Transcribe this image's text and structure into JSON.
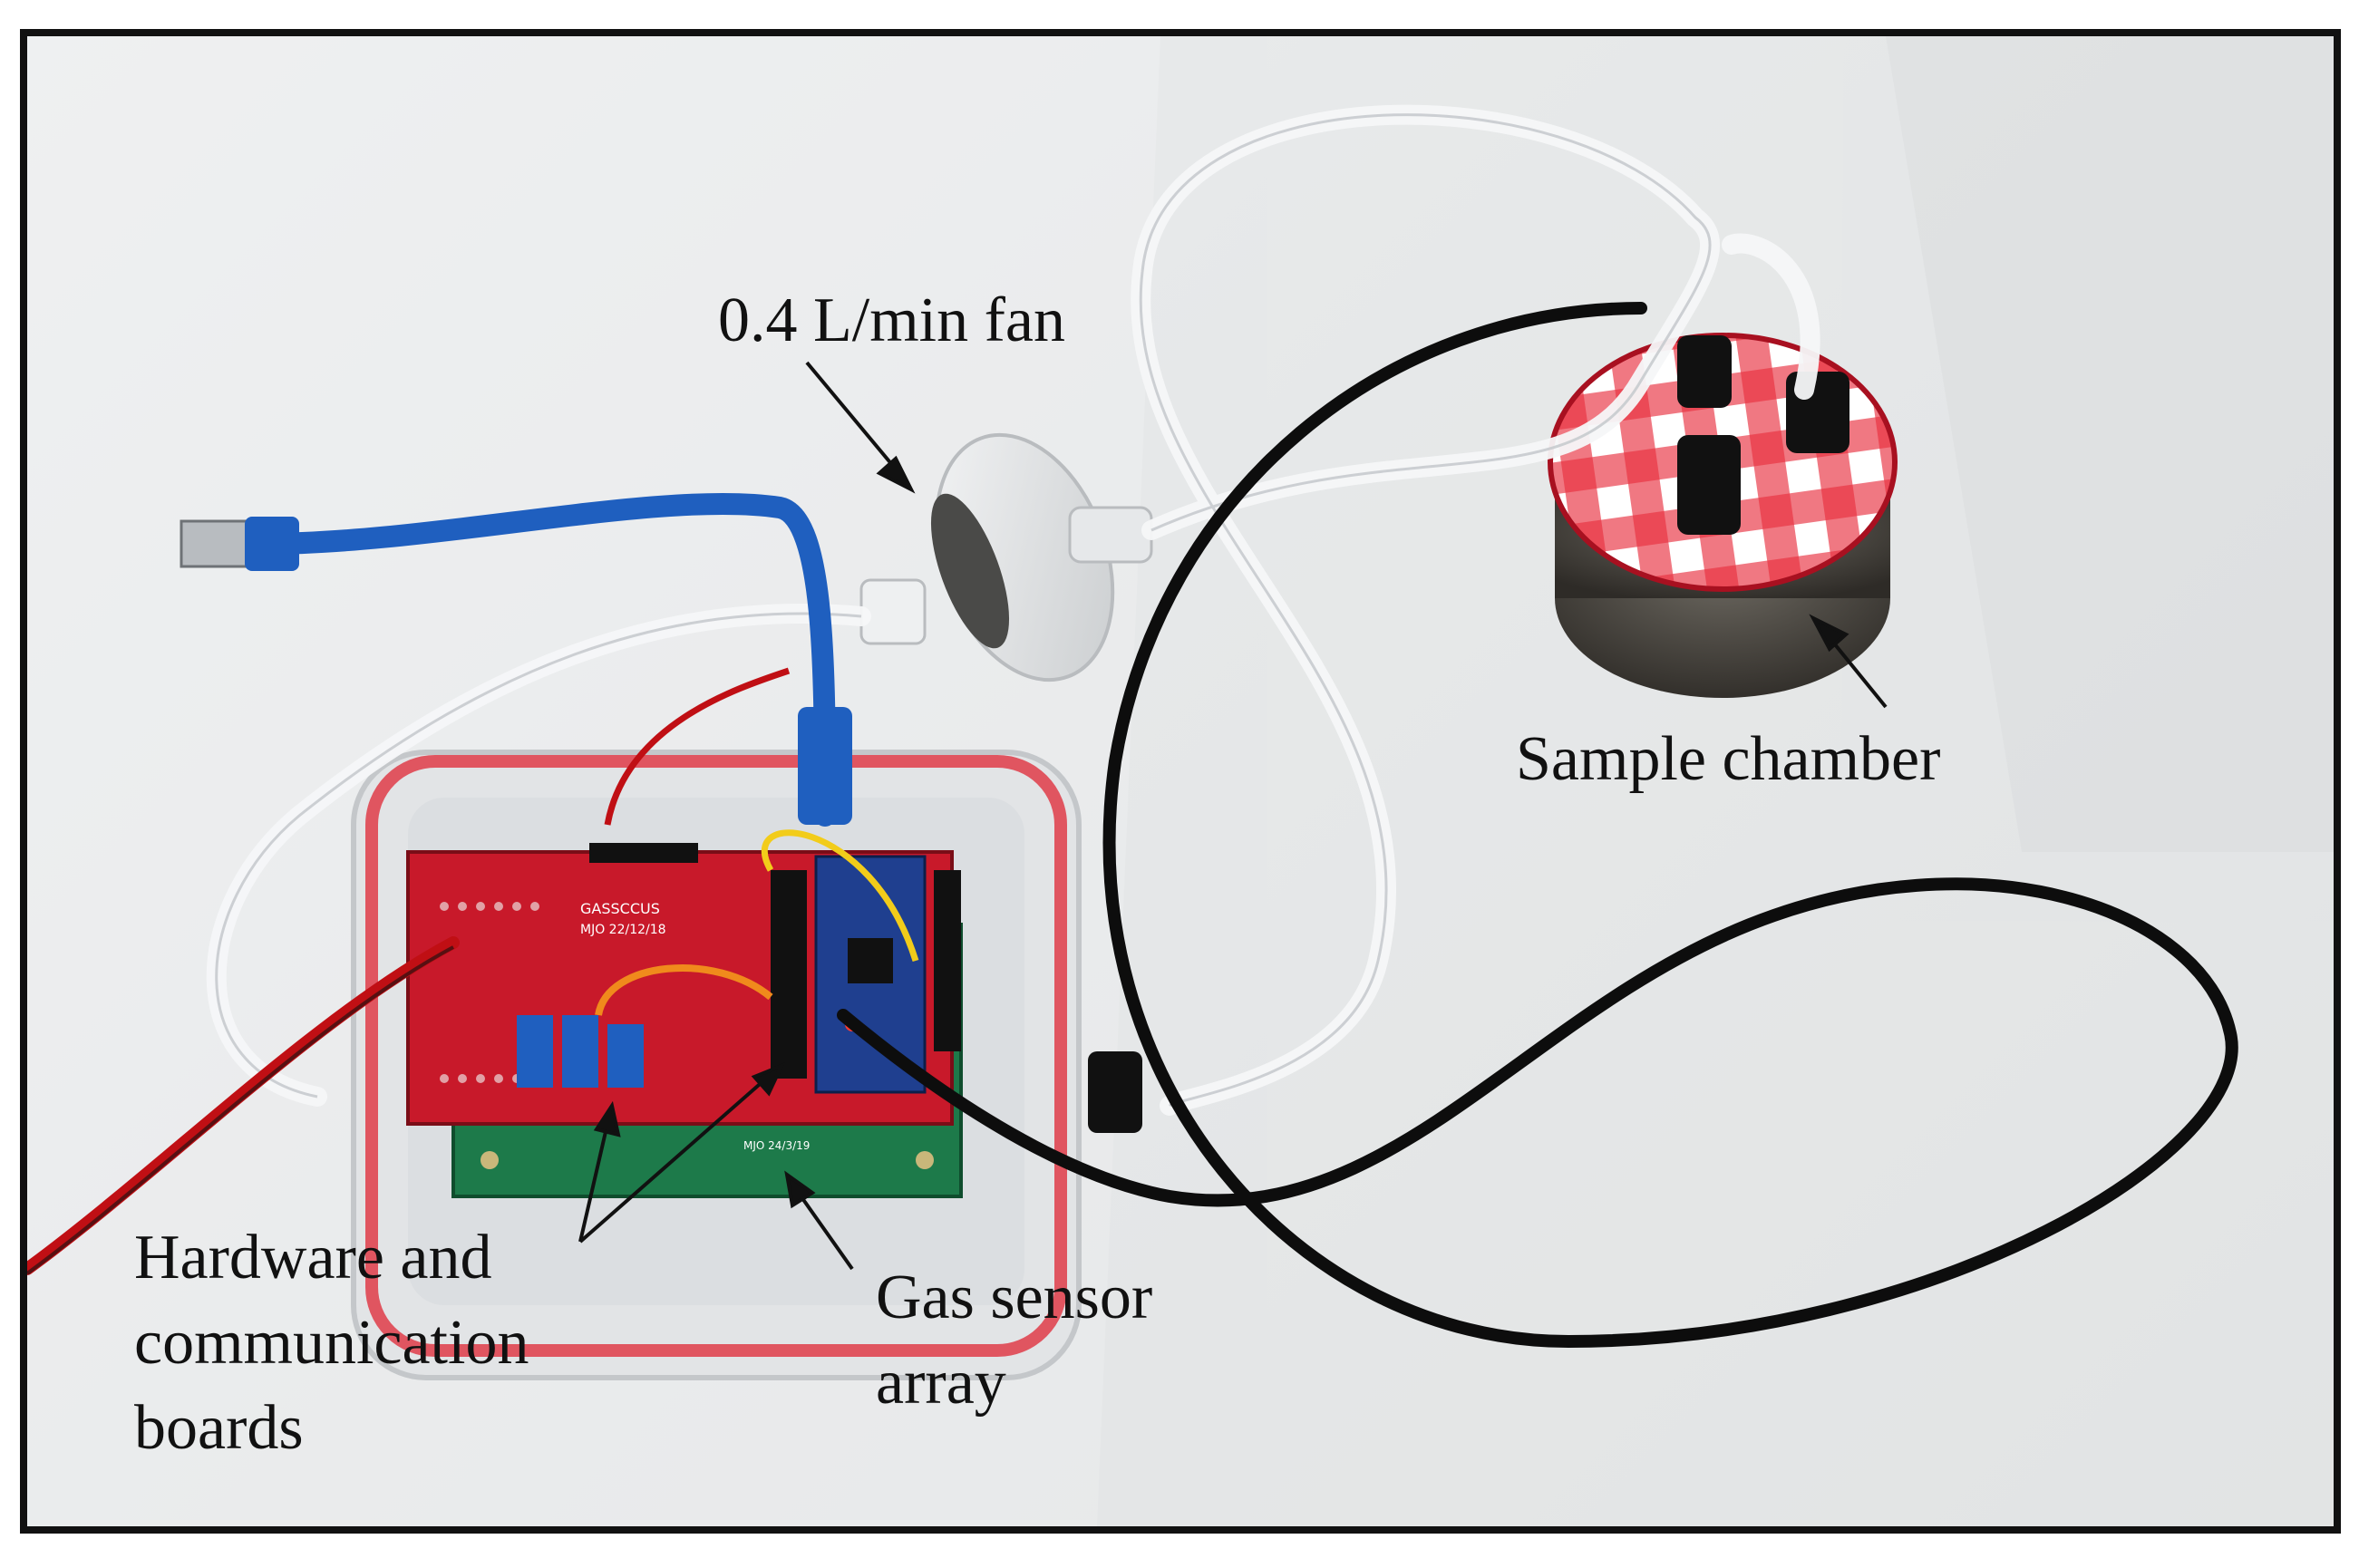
{
  "annotations": {
    "fan": "0.4 L/min fan",
    "sample_chamber": "Sample chamber",
    "hardware_line1": "Hardware and",
    "hardware_line2": "communication",
    "hardware_line3": "boards",
    "gas_line1": "Gas sensor",
    "gas_line2": "array"
  },
  "board_silkscreen": {
    "title": "GASSCCUS",
    "version": "MJO 22/12/18",
    "sensor_board": "MJO 24/3/19"
  },
  "colors": {
    "frame": "#111111",
    "background": "#e6e8e9",
    "pcb_red": "#c8192a",
    "pcb_green": "#1d7a4a",
    "arduino_blue": "#1f3f8f",
    "usb_cable": "#1f5fbf",
    "power_cable": "#c00f14",
    "black_cable": "#0d0d0d",
    "lid_red": "#d3162a"
  }
}
